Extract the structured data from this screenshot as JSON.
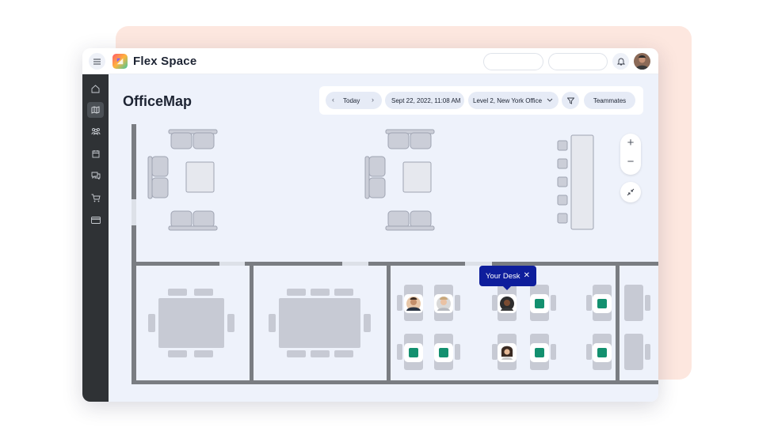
{
  "app": {
    "title": "Flex Space"
  },
  "header": {
    "search_pill_1": "",
    "search_pill_2": ""
  },
  "icons": {
    "menu": "menu-icon",
    "logo": "flex-space-logo",
    "bell": "bell-icon",
    "sidebar": [
      "home-icon",
      "map-icon",
      "people-icon",
      "calendar-icon",
      "chat-icon",
      "cart-icon",
      "card-icon"
    ]
  },
  "page": {
    "title": "OfficeMap"
  },
  "toolbar": {
    "date_label": "Today",
    "datetime": "Sept 22, 2022, 11:08 AM",
    "location": "Level 2, New York Office",
    "teammates_label": "Teammates"
  },
  "map": {
    "your_desk_label": "Your Desk",
    "zoom_in": "+",
    "zoom_out": "−"
  },
  "colors": {
    "accent": "#0e1e9c",
    "available": "#13906f",
    "sidebar": "#2f3235",
    "background_card": "#fde7df"
  }
}
